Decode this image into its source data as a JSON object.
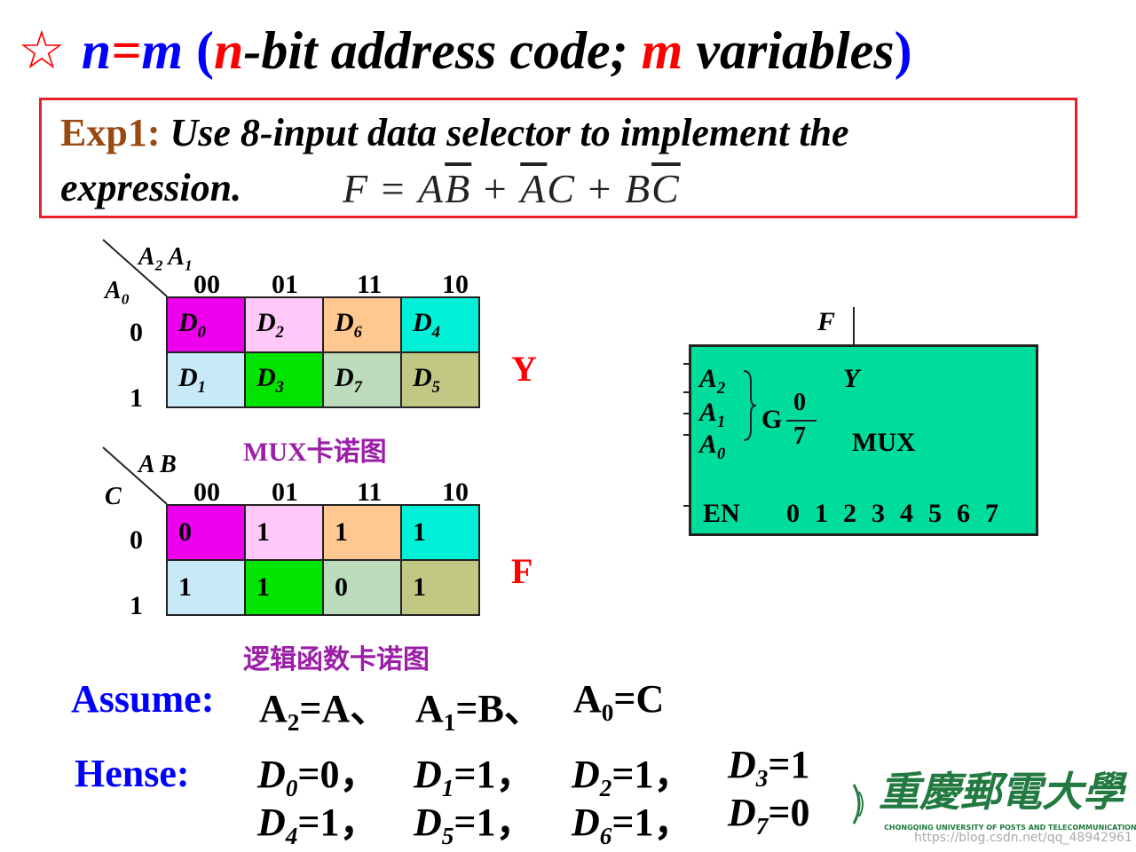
{
  "title": {
    "star": "☆",
    "n": "n",
    "eq": "=",
    "m": "m",
    "lparen": "(",
    "n2": "n",
    "bit_text": "-bit address code; ",
    "m2": "m",
    "var_text": " variables",
    "rparen": ")"
  },
  "example": {
    "label": "Exp1:",
    "line1": "Use 8-input data selector to implement the",
    "line2": "expression."
  },
  "formula": {
    "lhs": "F",
    "eq": " = ",
    "t1a": "A",
    "t1b": "B",
    "plus1": " + ",
    "t2a": "A",
    "t2b": "C",
    "plus2": " + ",
    "t3a": "B",
    "t3b": "C"
  },
  "mux_map": {
    "row_var": "A",
    "row_var_sub": "0",
    "col_var1": "A",
    "col_var1_sub": "2",
    "col_var2": "A",
    "col_var2_sub": "1",
    "col_headers": [
      "00",
      "01",
      "11",
      "10"
    ],
    "row_headers": [
      "0",
      "1"
    ],
    "cells": [
      [
        {
          "d": "D",
          "s": "0"
        },
        {
          "d": "D",
          "s": "2"
        },
        {
          "d": "D",
          "s": "6"
        },
        {
          "d": "D",
          "s": "4"
        }
      ],
      [
        {
          "d": "D",
          "s": "1"
        },
        {
          "d": "D",
          "s": "3"
        },
        {
          "d": "D",
          "s": "7"
        },
        {
          "d": "D",
          "s": "5"
        }
      ]
    ],
    "caption": "MUX卡诺图",
    "side_label": "Y"
  },
  "func_map": {
    "row_var": "C",
    "col_vars": "A B",
    "col_headers": [
      "00",
      "01",
      "11",
      "10"
    ],
    "row_headers": [
      "0",
      "1"
    ],
    "cells": [
      [
        "0",
        "1",
        "1",
        "1"
      ],
      [
        "1",
        "1",
        "0",
        "1"
      ]
    ],
    "caption": "逻辑函数卡诺图",
    "side_label": "F"
  },
  "mux_block": {
    "output": "F",
    "y_label": "Y",
    "inputs": [
      {
        "n": "A",
        "s": "2"
      },
      {
        "n": "A",
        "s": "1"
      },
      {
        "n": "A",
        "s": "0"
      }
    ],
    "g_label": "G",
    "g_top": "0",
    "g_bottom": "7",
    "name": "MUX",
    "en": "EN",
    "data_inputs": [
      "0",
      "1",
      "2",
      "3",
      "4",
      "5",
      "6",
      "7"
    ]
  },
  "assume": {
    "label": "Assume",
    "colon": ":",
    "items": [
      {
        "n": "A",
        "s": "2",
        "v": "=A",
        "sep": "、"
      },
      {
        "n": "A",
        "s": "1",
        "v": "=B",
        "sep": "、"
      },
      {
        "n": "A",
        "s": "0",
        "v": "=C",
        "sep": ""
      }
    ]
  },
  "hense": {
    "label": "Hense",
    "colon": ":",
    "row1": [
      {
        "d": "D",
        "s": "0",
        "v": "=0",
        "sep": "，"
      },
      {
        "d": "D",
        "s": "1",
        "v": "=1",
        "sep": "，"
      },
      {
        "d": "D",
        "s": "2",
        "v": "=1",
        "sep": "，"
      },
      {
        "d": "D",
        "s": "3",
        "v": "=1",
        "sep": ""
      }
    ],
    "row2": [
      {
        "d": "D",
        "s": "4",
        "v": "=1",
        "sep": "，"
      },
      {
        "d": "D",
        "s": "5",
        "v": "=1",
        "sep": "，"
      },
      {
        "d": "D",
        "s": "6",
        "v": "=1",
        "sep": "，"
      },
      {
        "d": "D",
        "s": "7",
        "v": "=0",
        "sep": ""
      }
    ]
  },
  "logo": {
    "text": "重慶郵電大學",
    "subtitle": "CHONGQING UNIVERSITY OF POSTS AND TELECOMMUNICATIONS"
  },
  "watermark": "https://blog.csdn.net/qq_48942961",
  "colors": {
    "title_blue": "#0000ff",
    "accent_red": "#ff0000",
    "label_brown": "#9a4a10",
    "caption_purple": "#9b1da8",
    "box_border": "#e8202a",
    "mux_fill": "#00dc9c",
    "cell_magenta": "#ee00ee",
    "cell_pink": "#ffc8f8",
    "cell_peach": "#ffc890",
    "cell_cyan": "#00f0d8",
    "cell_lightblue": "#c8eaf8",
    "cell_green": "#00e400",
    "cell_sage": "#bcdcbc",
    "cell_olive": "#c0c884"
  }
}
